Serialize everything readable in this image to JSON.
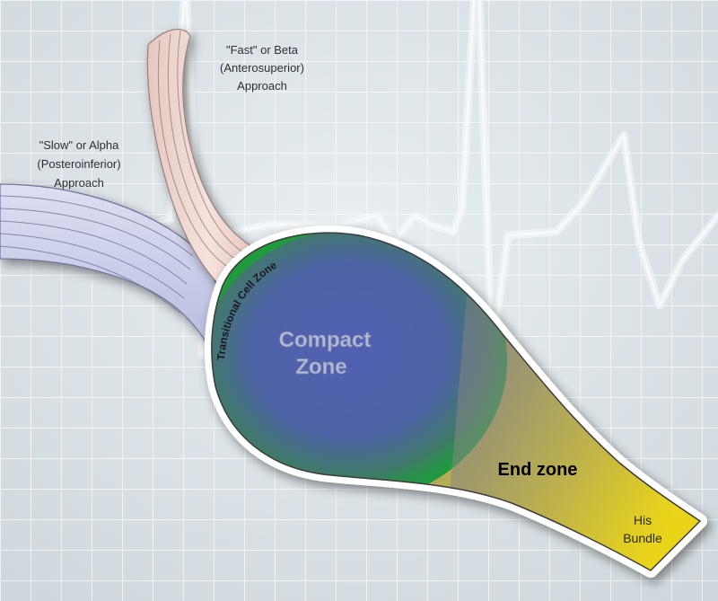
{
  "labels": {
    "fast_line1": "\"Fast\" or Beta",
    "fast_line2": "(Anterosuperior)",
    "fast_line3": "Approach",
    "slow_line1": "\"Slow\" or Alpha",
    "slow_line2": "(Posteroinferior)",
    "slow_line3": "Approach",
    "transitional": "Transitional Cell Zone",
    "compact_line1": "Compact",
    "compact_line2": "Zone",
    "end_zone": "End zone",
    "his_line1": "His",
    "his_line2": "Bundle"
  },
  "colors": {
    "background": "#e0e7eb",
    "grid": "#ffffff",
    "ecg_trace": "#f7fafc",
    "fast_pathway": "#f2d8d3",
    "slow_pathway": "#cfd3ec",
    "transitional_zone": "#1f9a3c",
    "compact_zone": "#4a5fa8",
    "end_zone": "#8a8a84",
    "his_bundle": "#e3cf1d",
    "label_text": "#2f2f2f",
    "compact_text": "#b9bfd9"
  }
}
